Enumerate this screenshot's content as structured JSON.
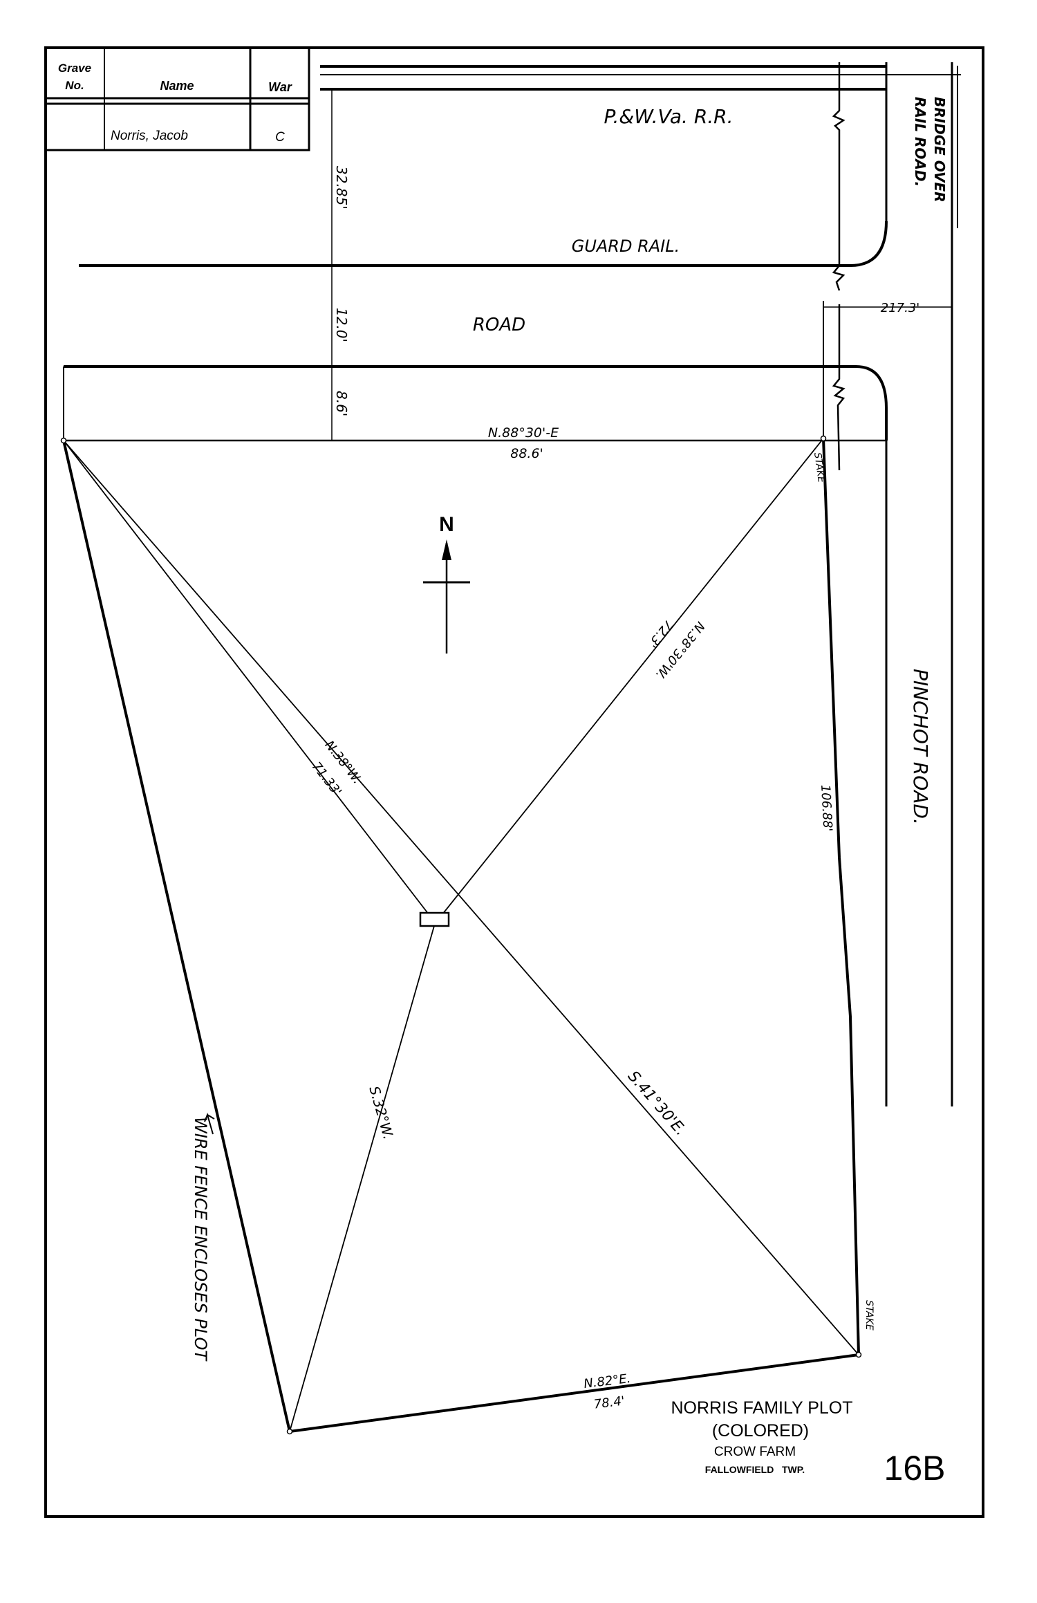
{
  "table": {
    "headers": {
      "grave_no": "Grave No.",
      "grave_no_line1": "Grave",
      "grave_no_line2": "No.",
      "name": "Name",
      "war": "War"
    },
    "rows": [
      {
        "grave_no": "",
        "name": "Norris, Jacob",
        "war": "C"
      }
    ]
  },
  "labels": {
    "railroad": "P.&W.Va. R.R.",
    "bridge": "BRIDGE OVER",
    "bridge2": "RAIL ROAD.",
    "guard_rail": "GUARD RAIL.",
    "road": "ROAD",
    "pinchot_road": "PINCHOT ROAD.",
    "dim_32_85": "32.85'",
    "dim_12_0": "12.0'",
    "dim_8_6": "8.6'",
    "dim_217_3": "217.3'",
    "north_bearing": "N.88°30'-E",
    "north_length": "88.6'",
    "stake_ne": "STAKE",
    "stake_se": "STAKE",
    "ne_diag": "N.38°30'W.",
    "ne_diag_len": "72.3'",
    "nw_diag": "N.38°W.",
    "nw_diag_len": "71.33'",
    "east_len": "106.88'",
    "se_diag": "S.41°30'E.",
    "sw_diag": "S.32°W.",
    "south_bearing": "N.82°E.",
    "south_length": "78.4'",
    "fence": "WIRE FENCE ENCLOSES PLOT",
    "north_arrow": "N"
  },
  "title_block": {
    "line1": "NORRIS FAMILY PLOT",
    "line2": "(COLORED)",
    "line3": "CROW FARM",
    "line4": "FALLOWFIELD   TWP.",
    "sheet": "16B"
  }
}
